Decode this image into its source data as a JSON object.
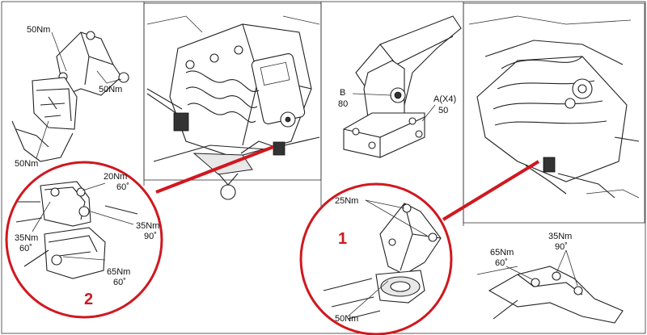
{
  "colors": {
    "callout": "#d0181f",
    "ink": "#222222",
    "paper": "#ffffff"
  },
  "panel_top_left": {
    "torque_top": "50Nm",
    "torque_right": "50Nm",
    "torque_bottom": "50Nm"
  },
  "panel_bracket_b": {
    "b_label": "B",
    "b_value": "80",
    "a_label": "A(X4)",
    "a_value": "50"
  },
  "callout_2": {
    "number": "2",
    "torque_a": "20Nm",
    "angle_a": "60˚",
    "torque_b": "35Nm",
    "angle_b": "90˚",
    "torque_c": "35Nm",
    "angle_c": "60˚",
    "torque_d": "65Nm",
    "angle_d": "60˚"
  },
  "callout_1": {
    "number": "1",
    "torque_top": "25Nm",
    "torque_bottom": "50Nm"
  },
  "panel_bottom_right": {
    "torque_a": "65Nm",
    "angle_a": "60˚",
    "torque_b": "35Nm",
    "angle_b": "90˚"
  }
}
